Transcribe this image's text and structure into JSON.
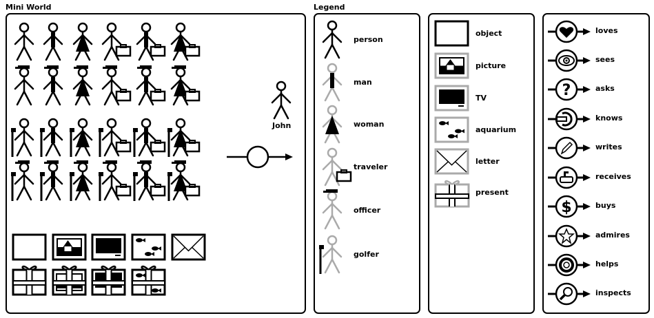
{
  "mini_world": {
    "title": "Mini World",
    "figure_rows": [
      {
        "hat": false,
        "club": false
      },
      {
        "hat": true,
        "club": false
      },
      {
        "hat": false,
        "club": true
      },
      {
        "hat": true,
        "club": true
      }
    ],
    "figure_cols": [
      {
        "body": "person",
        "bag": false
      },
      {
        "body": "man",
        "bag": false
      },
      {
        "body": "woman",
        "bag": false
      },
      {
        "body": "person",
        "bag": true
      },
      {
        "body": "man",
        "bag": true
      },
      {
        "body": "woman",
        "bag": true
      }
    ],
    "john_label": "John",
    "objects_row": [
      "object",
      "picture",
      "tv",
      "aquarium",
      "letter"
    ],
    "presents_row": [
      "object",
      "picture",
      "tv",
      "aquarium"
    ]
  },
  "legend": {
    "title": "Legend",
    "figures": [
      {
        "label": "person",
        "kind": "person"
      },
      {
        "label": "man",
        "kind": "man"
      },
      {
        "label": "woman",
        "kind": "woman"
      },
      {
        "label": "traveler",
        "kind": "traveler"
      },
      {
        "label": "officer",
        "kind": "officer"
      },
      {
        "label": "golfer",
        "kind": "golfer"
      }
    ],
    "objects": [
      {
        "label": "object",
        "kind": "object"
      },
      {
        "label": "picture",
        "kind": "picture"
      },
      {
        "label": "TV",
        "kind": "tv"
      },
      {
        "label": "aquarium",
        "kind": "aquarium"
      },
      {
        "label": "letter",
        "kind": "letter"
      },
      {
        "label": "present",
        "kind": "present"
      }
    ],
    "verbs": [
      {
        "label": "loves",
        "icon": "heart"
      },
      {
        "label": "sees",
        "icon": "eye"
      },
      {
        "label": "asks",
        "icon": "question"
      },
      {
        "label": "knows",
        "icon": "brain"
      },
      {
        "label": "writes",
        "icon": "pencil"
      },
      {
        "label": "receives",
        "icon": "mailbox"
      },
      {
        "label": "buys",
        "icon": "dollar"
      },
      {
        "label": "admires",
        "icon": "star"
      },
      {
        "label": "helps",
        "icon": "lifebuoy"
      },
      {
        "label": "inspects",
        "icon": "magnifier"
      }
    ]
  },
  "colors": {
    "ink": "#000000",
    "legend_gray": "#aaaaaa"
  }
}
